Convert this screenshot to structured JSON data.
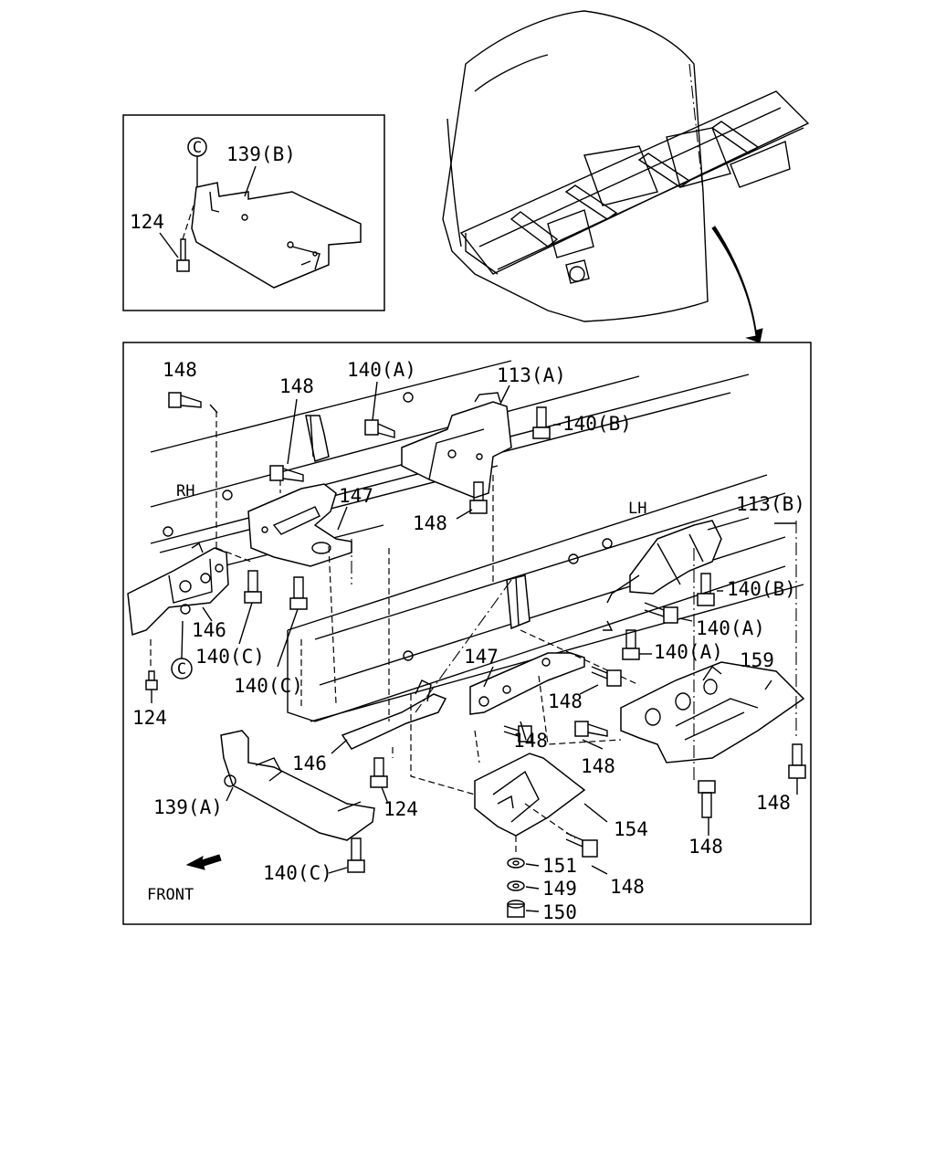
{
  "inset": {
    "circle_ref": "C",
    "labels": {
      "p139b": "139(B)",
      "p124": "124"
    }
  },
  "main": {
    "side_rh": "RH",
    "side_lh": "LH",
    "front_label": "FRONT",
    "circle_ref": "C",
    "labels": {
      "l148_a": "148",
      "l148_b": "148",
      "l140a_a": "140(A)",
      "l113a": "113(A)",
      "l140b_a": "140(B)",
      "l147_a": "147",
      "l148_c": "148",
      "l113b": "113(B)",
      "l140b_b": "140(B)",
      "l140a_b": "140(A)",
      "l146_a": "146",
      "l140c_a": "140(C)",
      "l140c_b": "140(C)",
      "l124_a": "124",
      "l147_b": "147",
      "l140a_c": "140(A)",
      "l159": "159",
      "l148_d": "148",
      "l148_e": "148",
      "l148_f": "148",
      "l146_b": "146",
      "l124_b": "124",
      "l139a": "139(A)",
      "l154": "154",
      "l148_g": "148",
      "l148_h": "148",
      "l151": "151",
      "l149": "149",
      "l150": "150",
      "l140c_c": "140(C)",
      "l148_i": "148"
    }
  }
}
